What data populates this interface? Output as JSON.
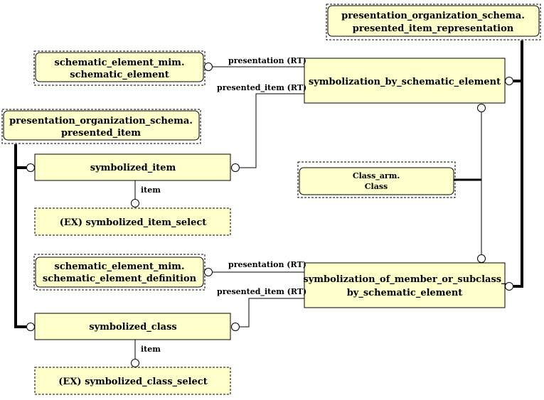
{
  "entities": {
    "presented_item_representation": [
      "presentation_organization_schema.",
      "presented_item_representation"
    ],
    "schematic_element": [
      "schematic_element_mim.",
      "schematic_element"
    ],
    "symbolization_by_schematic_element": [
      "symbolization_by_schematic_element"
    ],
    "presented_item": [
      "presentation_organization_schema.",
      "presented_item"
    ],
    "symbolized_item": [
      "symbolized_item"
    ],
    "class_arm": [
      "Class_arm.",
      "Class"
    ],
    "symbolized_item_select": [
      "(EX) symbolized_item_select"
    ],
    "schematic_element_definition": [
      "schematic_element_mim.",
      "schematic_element_definition"
    ],
    "symbolization_of_member": [
      "symbolization_of_member_or_subclass_",
      "by_schematic_element"
    ],
    "symbolized_class": [
      "symbolized_class"
    ],
    "symbolized_class_select": [
      "(EX) symbolized_class_select"
    ]
  },
  "labels": {
    "presentation_rt_1": "presentation (RT)",
    "presented_item_rt_1": "presented_item (RT)",
    "item_1": "item",
    "presentation_rt_2": "presentation (RT)",
    "presented_item_rt_2": "presented_item (RT)",
    "item_2": "item"
  }
}
